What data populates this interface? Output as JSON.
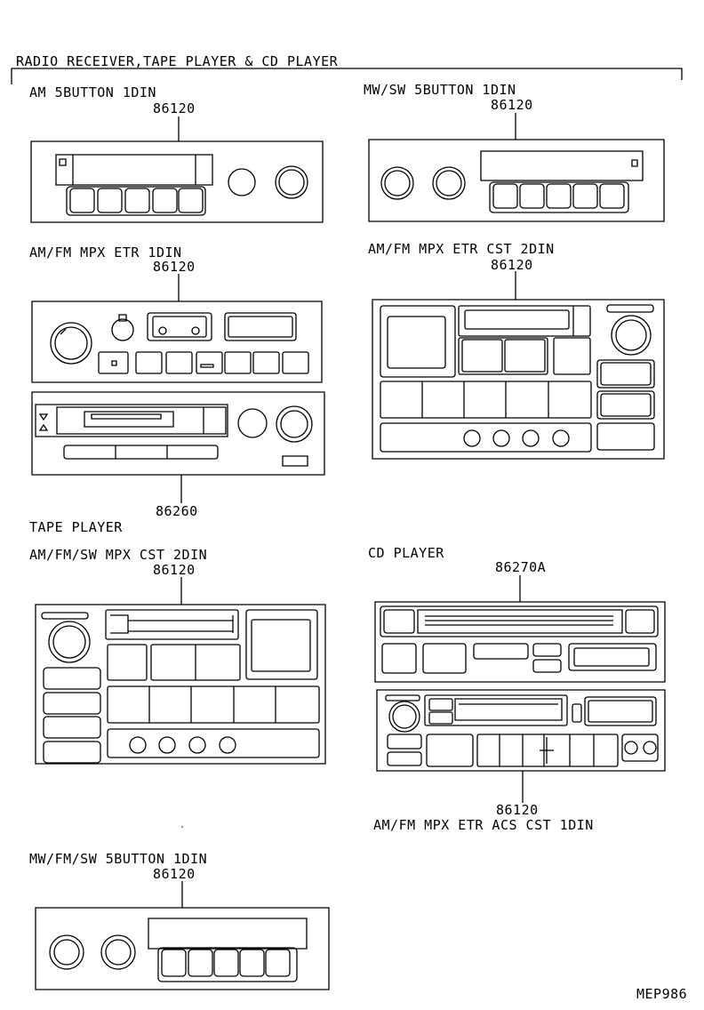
{
  "title": "RADIO RECEIVER,TAPE PLAYER & CD PLAYER",
  "units": [
    {
      "label": "AM 5BUTTON 1DIN",
      "part": "86120"
    },
    {
      "label": "MW/SW 5BUTTON 1DIN",
      "part": "86120"
    },
    {
      "label": "AM/FM MPX ETR 1DIN",
      "part": "86120"
    },
    {
      "label": "AM/FM MPX ETR CST 2DIN",
      "part": "86120"
    },
    {
      "label": "TAPE PLAYER",
      "part": "86260"
    },
    {
      "label": "AM/FM/SW MPX CST 2DIN",
      "part": "86120"
    },
    {
      "label": "CD PLAYER",
      "part": "86270A"
    },
    {
      "label": "AM/FM MPX ETR ACS CST 1DIN",
      "part": "86120"
    },
    {
      "label": "MW/FM/SW 5BUTTON 1DIN",
      "part": "86120"
    }
  ],
  "code": "MEP986"
}
